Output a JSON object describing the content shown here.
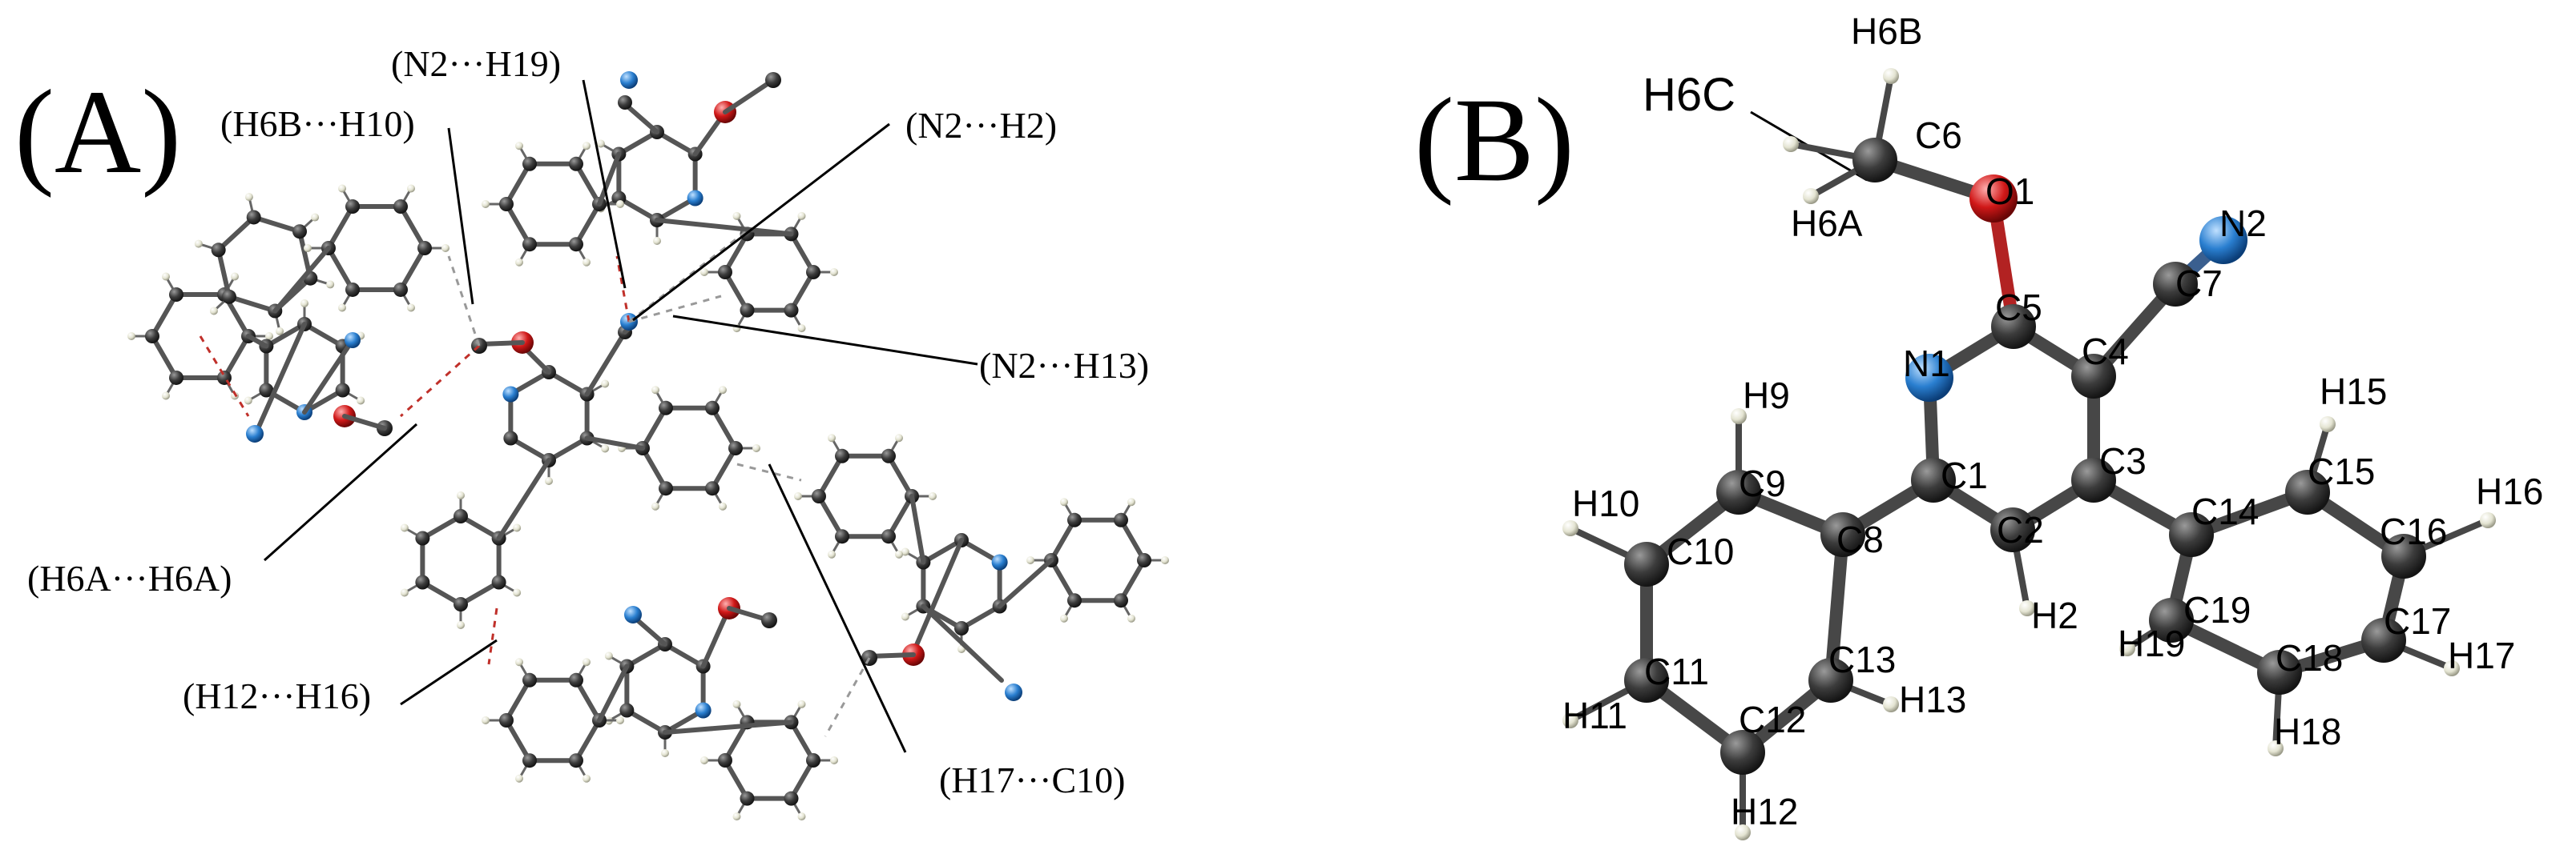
{
  "panels": {
    "a": {
      "label": "(A)",
      "contacts": [
        "(N2···H19)",
        "(H6B···H10)",
        "(N2···H2)",
        "(N2···H13)",
        "(H6A···H6A)",
        "(H12···H16)",
        "(H17···C10)"
      ]
    },
    "b": {
      "label": "(B)",
      "atoms": [
        "H6B",
        "H6C",
        "C6",
        "H6A",
        "O1",
        "N2",
        "C5",
        "C7",
        "N1",
        "C4",
        "H9",
        "H15",
        "C9",
        "C1",
        "C3",
        "C15",
        "H16",
        "H10",
        "C10",
        "C8",
        "C2",
        "C14",
        "C16",
        "C19",
        "C17",
        "H2",
        "H19",
        "C18",
        "H17",
        "C11",
        "C13",
        "H13",
        "C12",
        "H11",
        "H18",
        "H12"
      ]
    }
  },
  "colors": {
    "carbon": "#3c3c3c",
    "hydrogen": "#e8e8d8",
    "nitrogen": "#2a7fd0",
    "oxygen": "#d01818",
    "contact_line": "#c0302a"
  }
}
